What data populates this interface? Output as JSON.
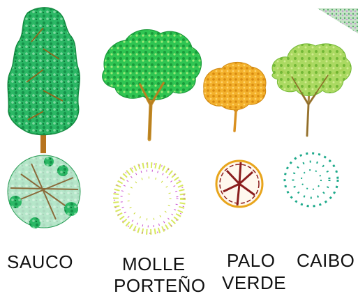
{
  "labels": {
    "sauco": "SAUCO",
    "molle_line1": "MOLLE",
    "molle_line2": "PORTEÑO",
    "palo_line1": "PALO",
    "palo_line2": "VERDE",
    "caibo": "CAIBO"
  },
  "colors": {
    "sauco_foliage": "#1faa5a",
    "sauco_foliage_dark": "#13853f",
    "sauco_trunk": "#b7741e",
    "molle_foliage": "#22c24a",
    "molle_trunk": "#c7902b",
    "palo_foliage": "#f0a818",
    "palo_trunk": "#d99020",
    "caibo_foliage": "#8ccc3a",
    "caibo_trunk": "#a9863f",
    "molle_plan_dots_1": "#c9da2a",
    "molle_plan_dots_2": "#c84fd0",
    "palo_plan_ring": "#8b1e1e",
    "caibo_plan_leaves": "#1ca98a",
    "text": "#111111"
  },
  "icons": [
    "sauco-elevation-icon",
    "sauco-plan-icon",
    "molle-elevation-icon",
    "molle-plan-icon",
    "palo-verde-elevation-icon",
    "palo-verde-plan-icon",
    "caibo-elevation-icon",
    "caibo-plan-icon",
    "corner-foliage-icon"
  ]
}
